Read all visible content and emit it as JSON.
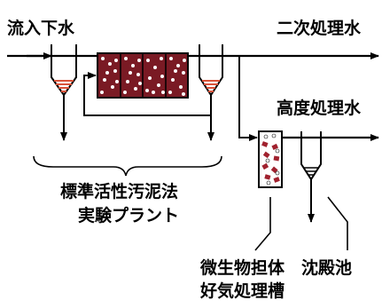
{
  "labels": {
    "influent": "流入下水",
    "secondary_effluent": "二次処理水",
    "advanced_effluent": "高度処理水",
    "plant_line1": "標準活性汚泥法",
    "plant_line2": "実験プラント",
    "reactor_line1": "微生物担体",
    "reactor_line2": "好気処理槽",
    "settling_tank": "沈殿池"
  },
  "colors": {
    "aeration_tank": "#7a1a24",
    "sludge_stripes": "#d9533a",
    "carrier_media": "#a0212e",
    "line": "#000000"
  }
}
